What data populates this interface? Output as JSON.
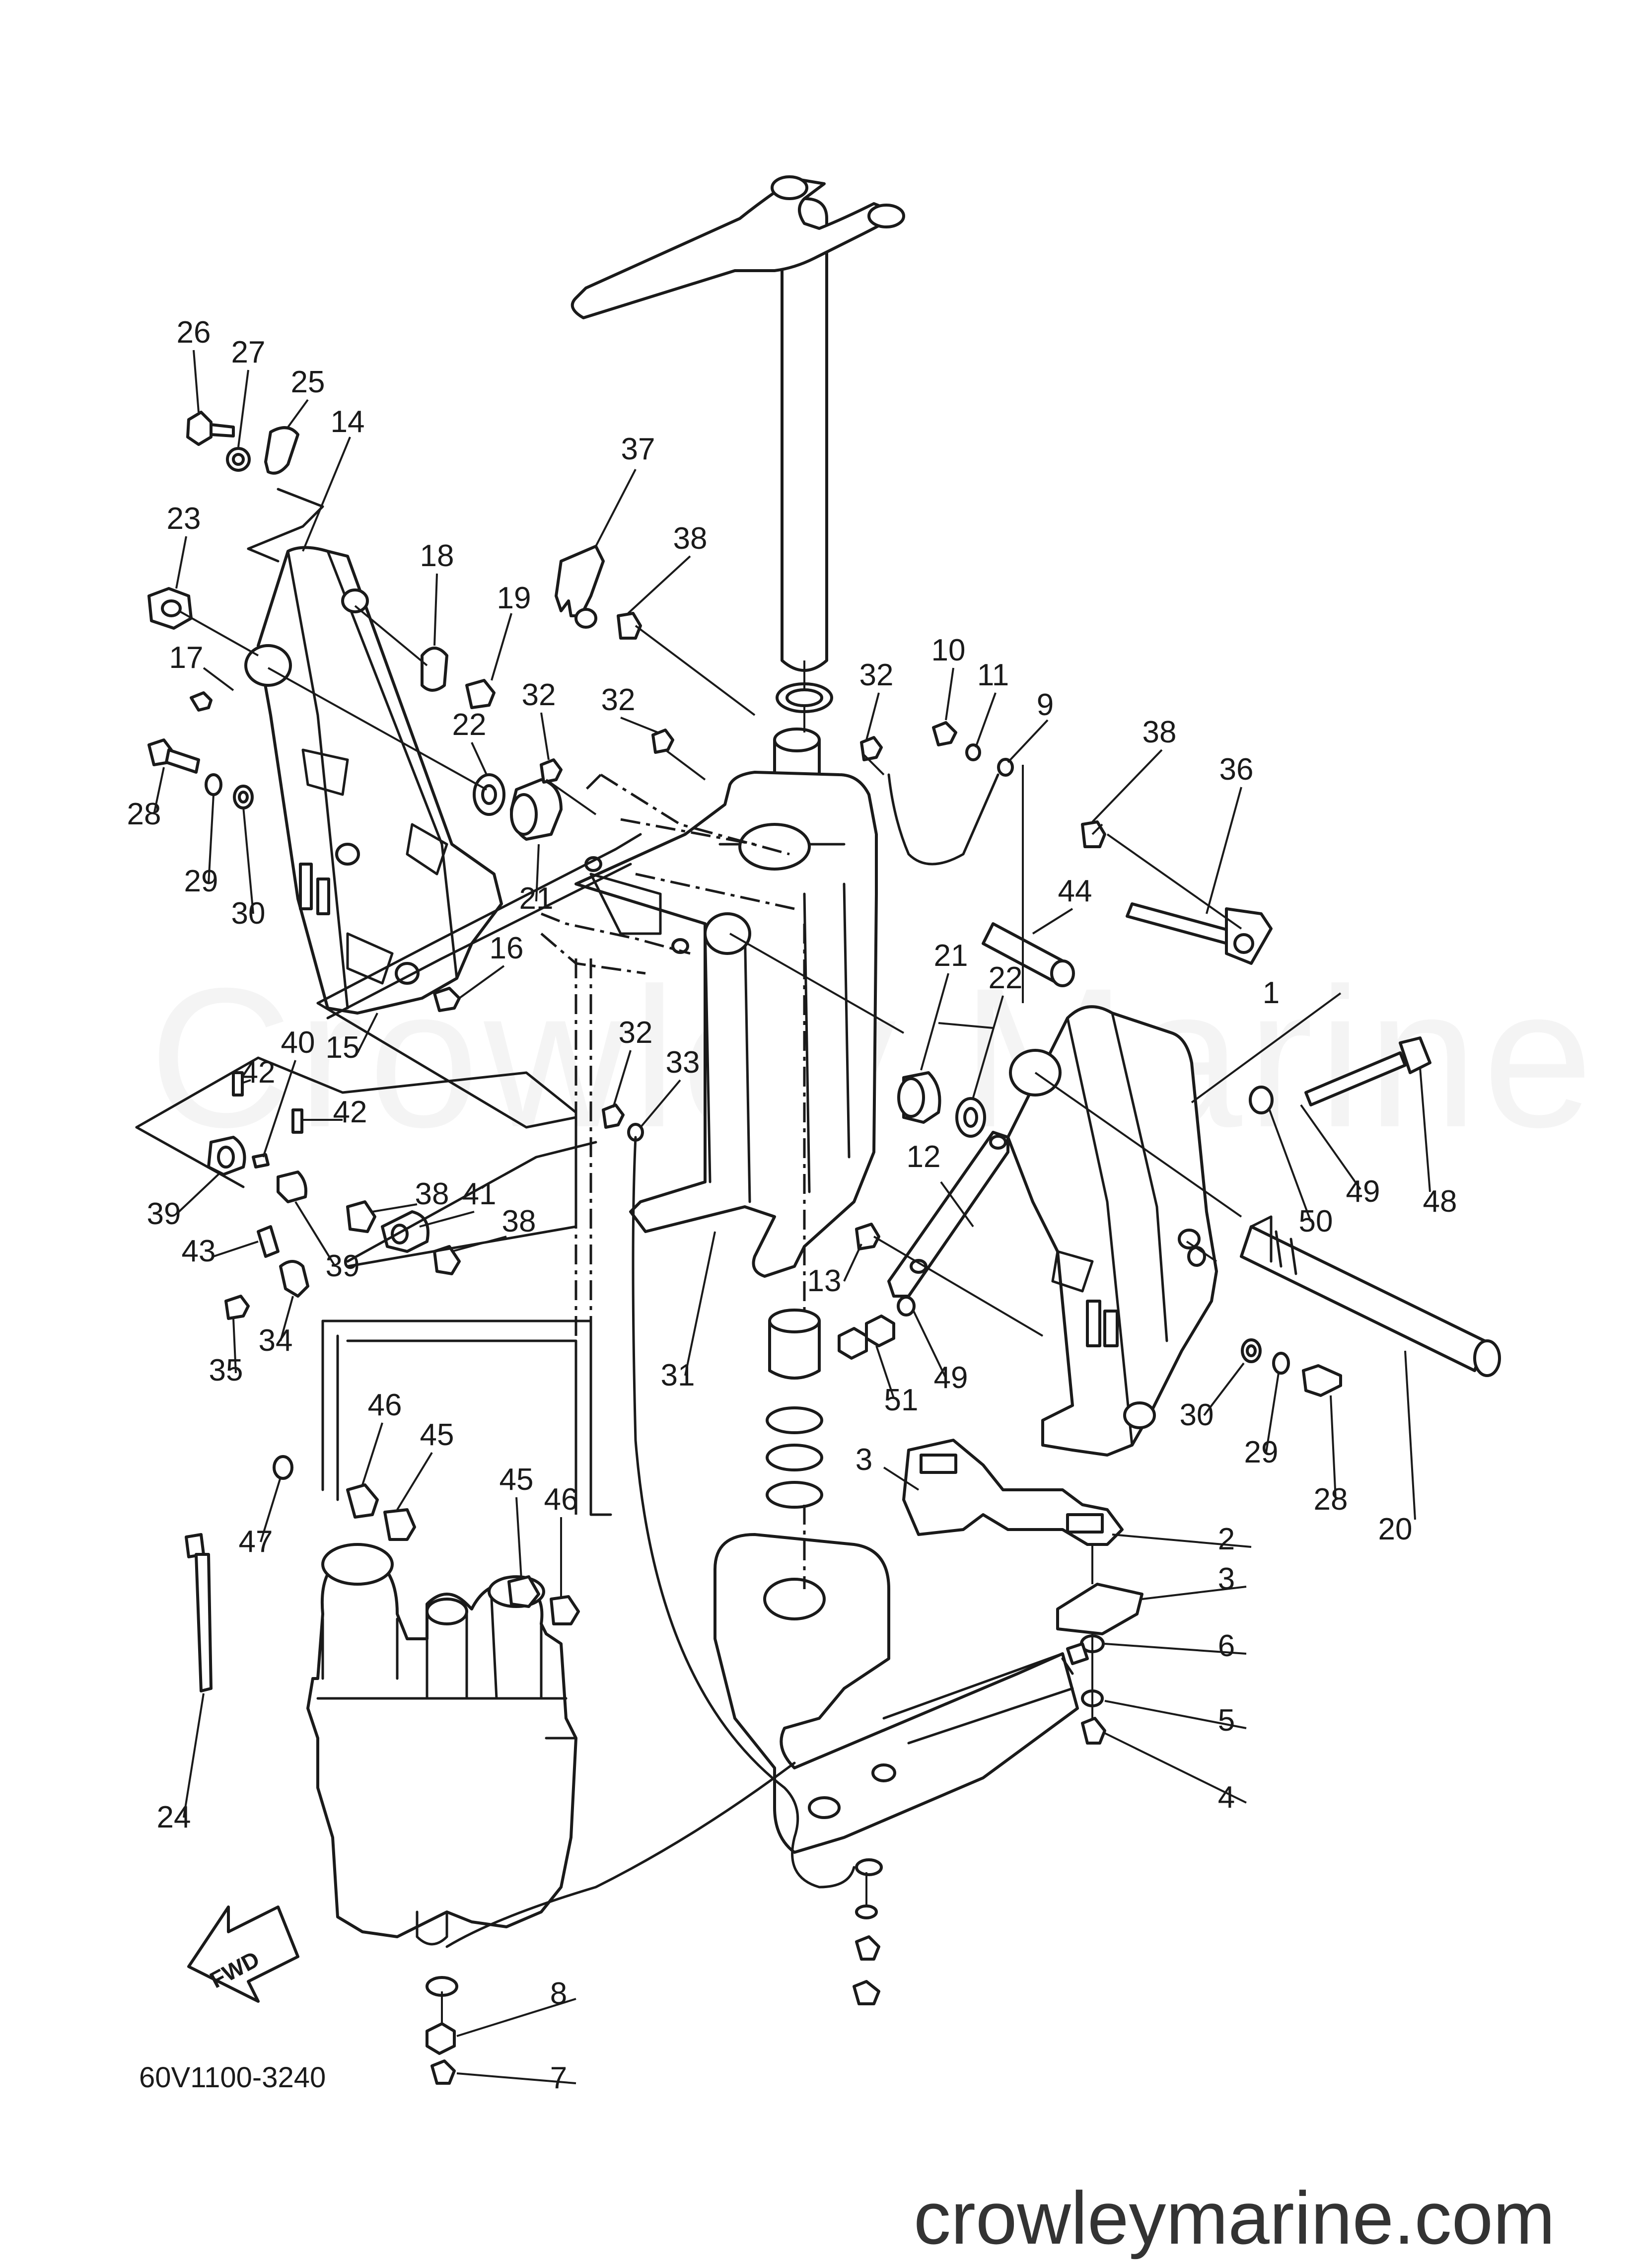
{
  "diagram": {
    "code": "60V1100-3240",
    "watermark": "Crowley Marine",
    "website": "crowleymarine.com",
    "fwd_label": "FWD",
    "callouts": [
      {
        "n": "1"
      },
      {
        "n": "2"
      },
      {
        "n": "3"
      },
      {
        "n": "3"
      },
      {
        "n": "4"
      },
      {
        "n": "5"
      },
      {
        "n": "6"
      },
      {
        "n": "7"
      },
      {
        "n": "8"
      },
      {
        "n": "9"
      },
      {
        "n": "10"
      },
      {
        "n": "11"
      },
      {
        "n": "12"
      },
      {
        "n": "13"
      },
      {
        "n": "14"
      },
      {
        "n": "15"
      },
      {
        "n": "16"
      },
      {
        "n": "17"
      },
      {
        "n": "18"
      },
      {
        "n": "19"
      },
      {
        "n": "20"
      },
      {
        "n": "21"
      },
      {
        "n": "21"
      },
      {
        "n": "22"
      },
      {
        "n": "22"
      },
      {
        "n": "23"
      },
      {
        "n": "24"
      },
      {
        "n": "25"
      },
      {
        "n": "26"
      },
      {
        "n": "27"
      },
      {
        "n": "28"
      },
      {
        "n": "28"
      },
      {
        "n": "29"
      },
      {
        "n": "29"
      },
      {
        "n": "30"
      },
      {
        "n": "30"
      },
      {
        "n": "31"
      },
      {
        "n": "32"
      },
      {
        "n": "32"
      },
      {
        "n": "32"
      },
      {
        "n": "32"
      },
      {
        "n": "33"
      },
      {
        "n": "34"
      },
      {
        "n": "35"
      },
      {
        "n": "36"
      },
      {
        "n": "37"
      },
      {
        "n": "38"
      },
      {
        "n": "38"
      },
      {
        "n": "38"
      },
      {
        "n": "38"
      },
      {
        "n": "39"
      },
      {
        "n": "39"
      },
      {
        "n": "40"
      },
      {
        "n": "41"
      },
      {
        "n": "42"
      },
      {
        "n": "42"
      },
      {
        "n": "43"
      },
      {
        "n": "44"
      },
      {
        "n": "45"
      },
      {
        "n": "45"
      },
      {
        "n": "46"
      },
      {
        "n": "46"
      },
      {
        "n": "47"
      },
      {
        "n": "48"
      },
      {
        "n": "49"
      },
      {
        "n": "49"
      },
      {
        "n": "50"
      },
      {
        "n": "51"
      }
    ]
  }
}
